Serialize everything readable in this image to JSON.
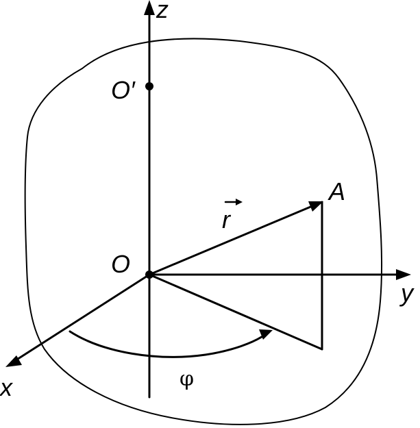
{
  "labels": {
    "z_axis": "z",
    "y_axis": "y",
    "x_axis": "x",
    "origin": "O",
    "origin_prime": "O′",
    "point_a": "A",
    "vector_r": "r",
    "angle_phi": "φ"
  },
  "colors": {
    "stroke": "#000000",
    "background": "#ffffff"
  }
}
